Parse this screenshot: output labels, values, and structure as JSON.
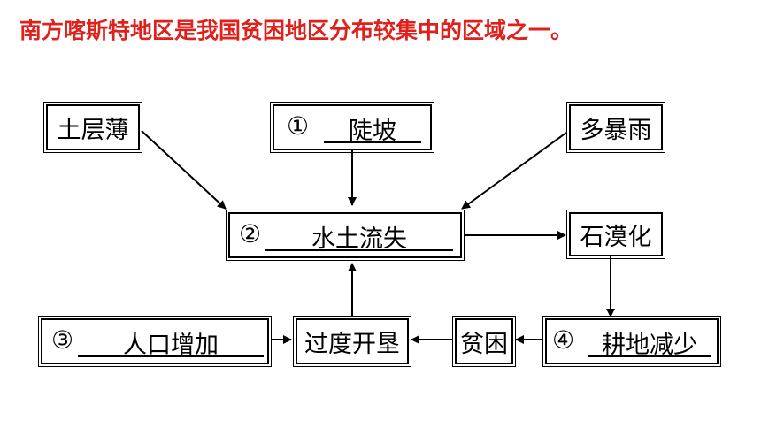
{
  "title": "南方喀斯特地区是我国贫困地区分布较集中的区域之一。",
  "nodes": {
    "thin_soil": "土层薄",
    "heavy_rain": "多暴雨",
    "desertification": "石漠化",
    "poverty": "贫困",
    "reclamation": "过度开垦",
    "item1": {
      "num": "①",
      "answer": "陡坡"
    },
    "item2": {
      "num": "②",
      "answer": "水土流失"
    },
    "item3": {
      "num": "③",
      "answer": "人口增加"
    },
    "item4": {
      "num": "④",
      "answer": "耕地减少"
    }
  },
  "colors": {
    "title": "#e0201b",
    "line": "#000000"
  }
}
